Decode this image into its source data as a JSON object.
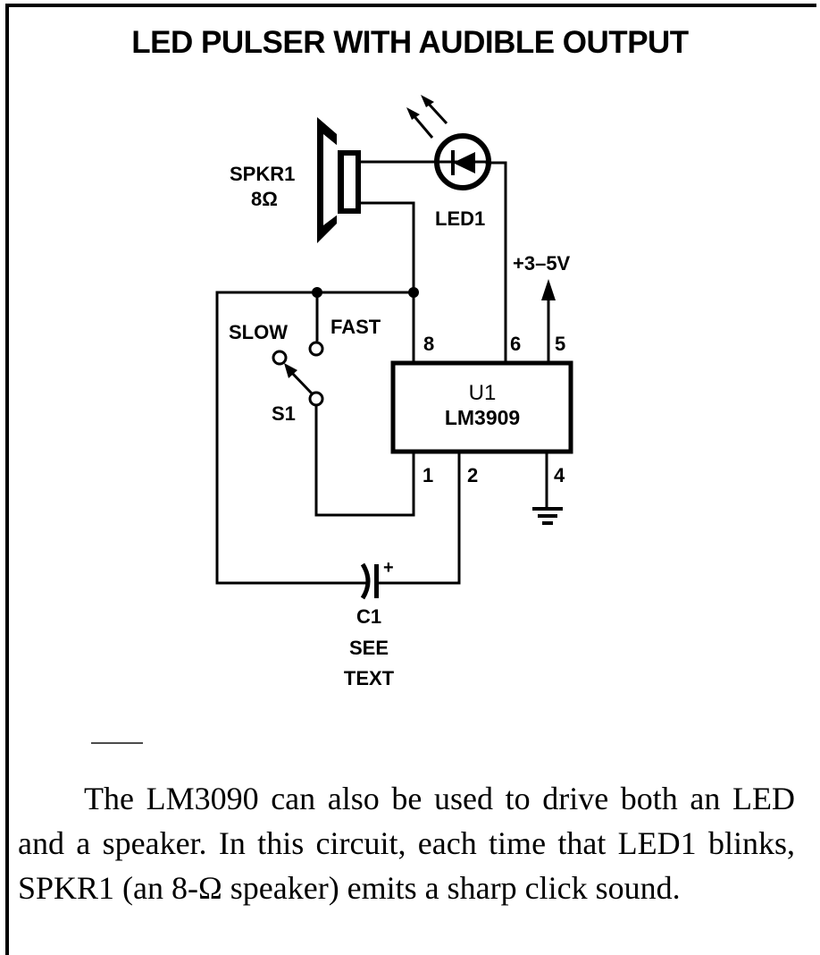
{
  "title": "LED PULSER WITH AUDIBLE OUTPUT",
  "components": {
    "speaker": {
      "ref": "SPKR1",
      "value": "8Ω"
    },
    "led": {
      "ref": "LED1"
    },
    "ic": {
      "ref": "U1",
      "part": "LM3909"
    },
    "switch": {
      "ref": "S1",
      "pos_slow": "SLOW",
      "pos_fast": "FAST"
    },
    "capacitor": {
      "ref": "C1",
      "polarity": "+",
      "note_line1": "SEE",
      "note_line2": "TEXT"
    },
    "supply": {
      "label": "+3–5V"
    },
    "ground": {
      "icon": "ground-icon"
    }
  },
  "pins": {
    "p8": "8",
    "p6": "6",
    "p5": "5",
    "p1": "1",
    "p2": "2",
    "p4": "4"
  },
  "body_text": "The LM3090 can also be used to drive both an LED and a speaker. In this circuit, each time that LED1 blinks, SPKR1 (an 8-Ω speaker) emits a sharp click sound."
}
